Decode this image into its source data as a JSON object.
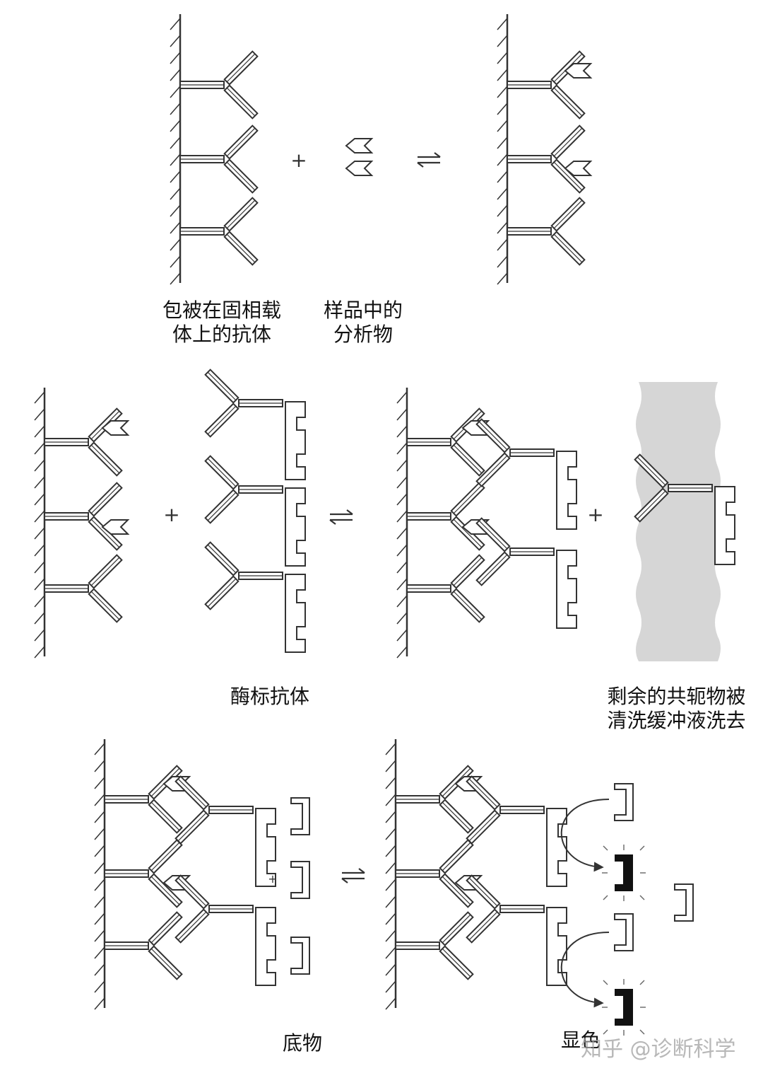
{
  "labels": {
    "coated_antibody_1": "包被在固相载",
    "coated_antibody_2": "体上的抗体",
    "analyte_1": "样品中的",
    "analyte_2": "分析物",
    "enzyme_antibody": "酶标抗体",
    "excess_1": "剩余的共轭物被",
    "excess_2": "清洗缓冲液洗去",
    "substrate": "底物",
    "color": "显色"
  },
  "symbols": {
    "plus": "+",
    "equilibrium": "⇌"
  },
  "watermark": "知乎 @诊断科学",
  "colors": {
    "line": "#333333",
    "wash_region": "#d6d6d6",
    "product": "#111111"
  }
}
